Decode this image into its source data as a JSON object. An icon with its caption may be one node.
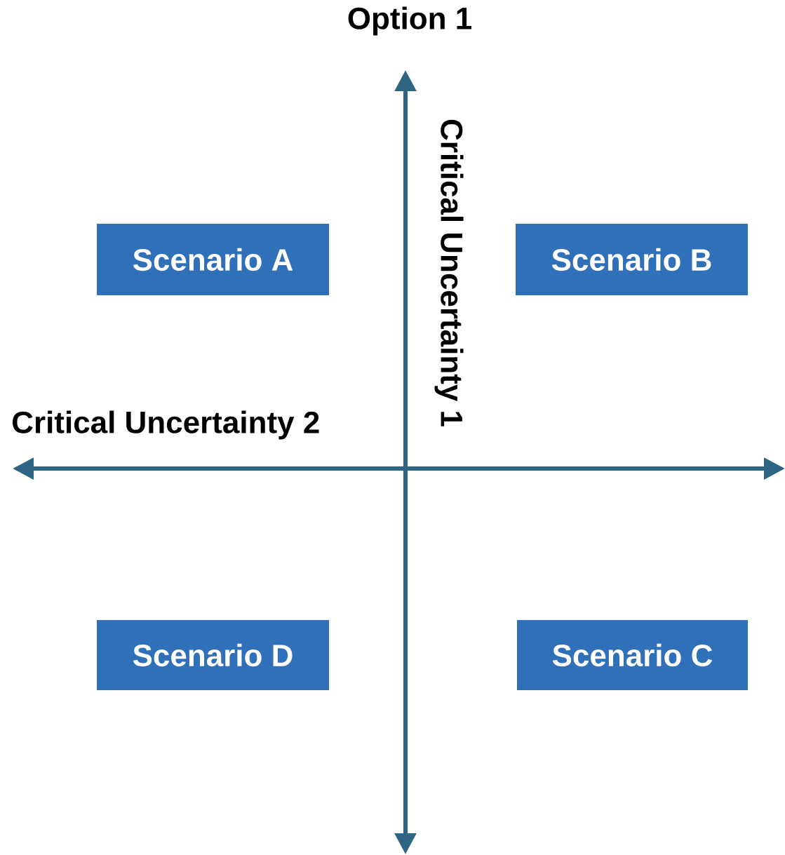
{
  "diagram": {
    "nodes": [
      {
        "text": [
          "Scenario A"
        ]
      },
      {
        "text": [
          "Scenario B"
        ]
      },
      {
        "text": [
          "Scenario D"
        ]
      },
      {
        "text": [
          "Scenario C"
        ]
      }
    ],
    "labels": [
      "Option 1",
      "Critical Uncertainty 1",
      "Critical Uncertainty 2"
    ]
  }
}
